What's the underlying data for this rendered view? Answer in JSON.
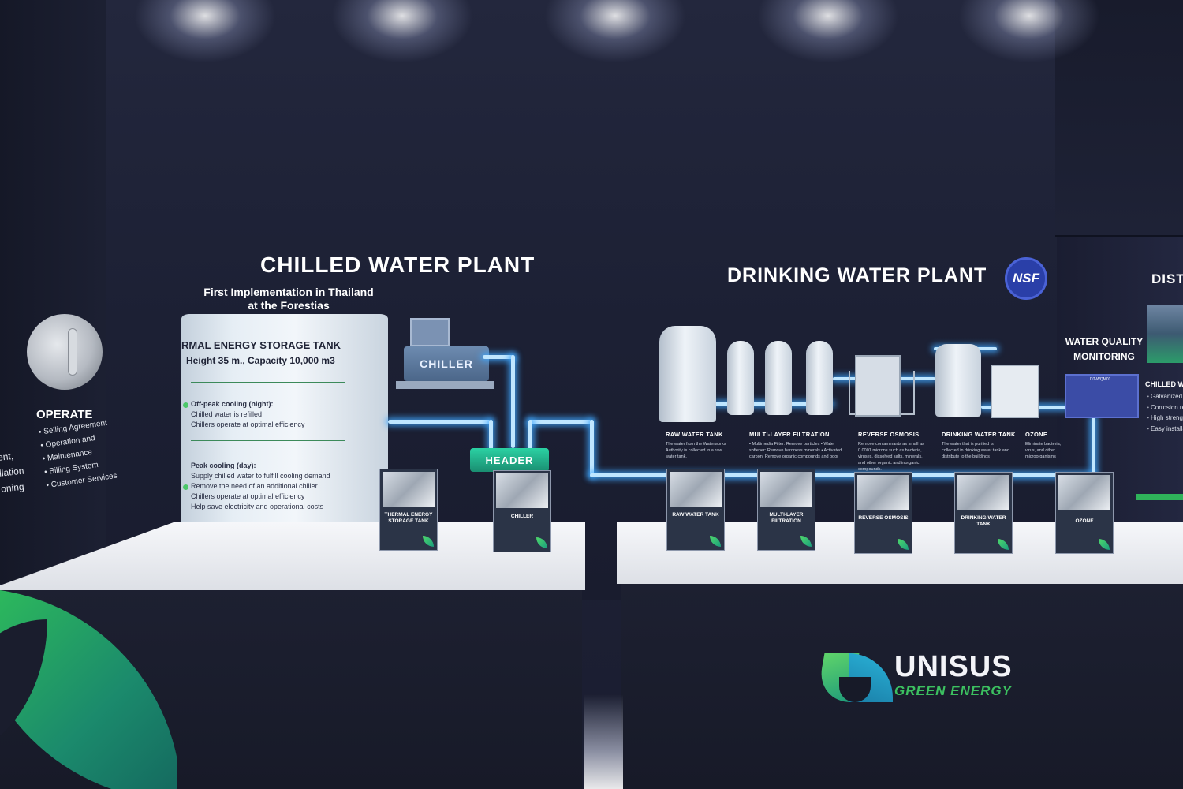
{
  "chilled": {
    "title": "CHILLED WATER PLANT",
    "subtitle_line1": "First Implementation in Thailand",
    "subtitle_line2": "at the Forestias",
    "tank_title": "RMAL ENERGY STORAGE TANK",
    "tank_spec": "Height 35 m., Capacity 10,000 m3",
    "offpeak_heading": "Off-peak cooling (night):",
    "offpeak_items": [
      "Chilled water is refilled",
      "Chillers operate at optimal efficiency"
    ],
    "peak_heading": "Peak cooling (day):",
    "peak_items": [
      "Supply chilled water to fulfill cooling demand",
      "Remove the need of an additional chiller",
      "Chillers operate at optimal efficiency",
      "Help save electricity and operational costs"
    ],
    "chiller_label": "CHILLER",
    "header_label": "HEADER"
  },
  "drinking": {
    "title": "DRINKING WATER PLANT",
    "nsf_label": "NSF",
    "stages": [
      {
        "label": "RAW WATER TANK",
        "desc": "The water from the Waterworks Authority is collected in a raw water tank."
      },
      {
        "label": "MULTI-LAYER FILTRATION",
        "desc": "• Multimedia Filter: Remove particles • Water softener: Remove hardness minerals • Activated carbon: Remove organic compounds and odor"
      },
      {
        "label": "REVERSE OSMOSIS",
        "desc": "Remove contaminants as small as 0.0001 microns such as bacteria, viruses, dissolved salts, minerals, and other organic and inorganic compounds."
      },
      {
        "label": "DRINKING WATER TANK",
        "desc": "The water that is purified is collected in drinking water tank and distribute to the buildings"
      },
      {
        "label": "OZONE",
        "desc": "Eliminate bacteria, virus, and other microorganisms"
      }
    ],
    "wq_line1": "WATER QUALITY",
    "wq_line2": "MONITORING",
    "wq_screen_label": "DT-WQM01"
  },
  "distribution": {
    "title": "DIST",
    "panel_title": "CHILLED W",
    "items": [
      "Galvanized",
      "Corrosion re",
      "High streng",
      "Easy installa"
    ]
  },
  "operate": {
    "title": "OPERATE",
    "items": [
      "Selling Agreement",
      "Operation and",
      "Maintenance",
      "Billing System",
      "Customer Services"
    ],
    "clipped_lines": [
      "ent,",
      "llation",
      "oning"
    ]
  },
  "cards": [
    {
      "label": "THERMAL ENERGY STORAGE TANK"
    },
    {
      "label": "CHILLER"
    },
    {
      "label": "RAW WATER TANK"
    },
    {
      "label": "MULTI-LAYER FILTRATION"
    },
    {
      "label": "REVERSE OSMOSIS"
    },
    {
      "label": "DRINKING WATER TANK"
    },
    {
      "label": "OZONE"
    }
  ],
  "brand": {
    "name": "UNISUS",
    "tagline": "GREEN ENERGY",
    "green": "#3cc060",
    "blue": "#2ab3d8"
  },
  "colors": {
    "wall": "#1f2338",
    "pipe_glow": "#40a8ff",
    "header_green": "#2bd1a3"
  }
}
